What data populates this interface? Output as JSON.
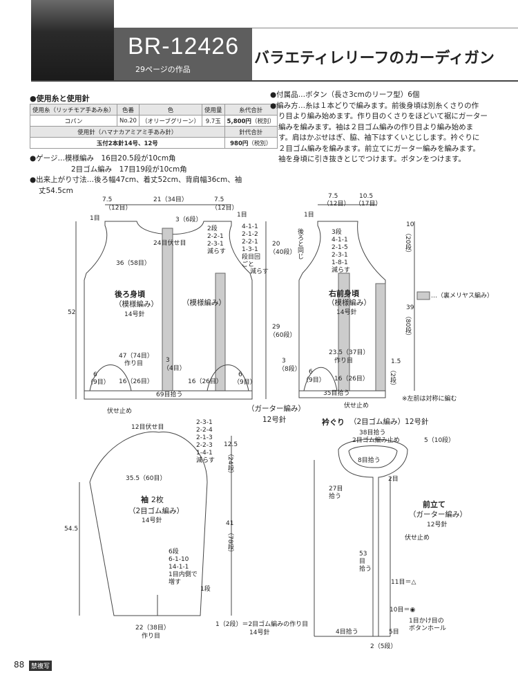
{
  "header": {
    "code": "BR-12426",
    "page_ref": "29ページの作品",
    "title": "バラエティレリーフのカーディガン"
  },
  "yarn": {
    "heading": "●使用糸と使用針",
    "cols": [
      "使用糸（リッチモア手あみ糸）",
      "色番",
      "色",
      "使用量",
      "糸代合計"
    ],
    "row": [
      "コパン",
      "No.20",
      "（オリーブグリーン）",
      "9.7玉",
      "5,800円"
    ],
    "row_tax": "（税別）",
    "needle_label": "使用針（ハマナカアミアミ手あみ針）",
    "needle_cost_label": "針代合計",
    "needle_row": "玉付2本針14号、12号",
    "needle_cost": "980円",
    "needle_tax": "（税別）"
  },
  "gauge": {
    "heading": "●ゲージ…模様編み　16目20.5段が10cm角",
    "line2": "2目ゴム編み　17目19段が10cm角",
    "size_heading": "●出来上がり寸法…後ろ幅47cm、着丈52cm、背肩幅36cm、袖",
    "size_line2": "丈54.5cm"
  },
  "accessories": {
    "line1": "●付属品…ボタン（長さ3cmのリーフ型）6個",
    "method": [
      "●編み方…糸は１本どりで編みます。前後身頃は別糸くさりの作",
      "り目より編み始めます。作り目のくさりをほどいて裾にガーター",
      "編みを編みます。袖は２目ゴム編みの作り目より編み始めま",
      "す。肩はかぶせはぎ、脇、袖下はすくいとじします。衿ぐりに",
      "２目ゴム編みを編みます。前立てにガーター編みを編みます。",
      "袖を身頃に引き抜きとじでつけます。ボタンをつけます。"
    ]
  },
  "back": {
    "w_left": "7.5",
    "w_left_st": "（12目）",
    "w_mid": "21（34目）",
    "w_right": "7.5",
    "w_right_st": "（12目）",
    "one_l": "1目",
    "one_r": "1目",
    "neck": "3（6段）",
    "bind": "24目伏せ目",
    "shoulder": "2段\n2-2-1\n2-3-1\n減らす",
    "shoulder2": "4-1-1\n2-1-2\n2-2-1\n1-3-1\n段目回\nごと",
    "reduce": "減らす",
    "armhole_h": "20",
    "armhole_rows": "（40段）",
    "chest": "36（58目）",
    "height": "52",
    "title": "後ろ身頃",
    "pattern": "（模様編み）",
    "needle": "14号針",
    "center": "（模様編み）",
    "body_h": "29",
    "body_rows": "（60段）",
    "hem_label": "47（74目）",
    "hem_sub": "作り目",
    "rib_w": "3",
    "rib_st": "（4目）",
    "side_l": "6",
    "side_l_st": "（9目）",
    "side_r": "6",
    "side_r_st": "（9目）",
    "bot_l": "16（26目）",
    "bot_r": "16（26目）",
    "hem_h": "3",
    "hem_rows": "（8段）",
    "pickup": "69目拾う",
    "bindoff": "伏せ止め",
    "garter": "（ガーター編み）",
    "garter_needle": "12号針"
  },
  "front": {
    "w_left": "7.5",
    "w_left_st": "（12目）",
    "w_right": "10.5",
    "w_right_st": "（17目）",
    "one": "1目",
    "same": "後ろと同じ",
    "dec": "3段\n4-1-1\n2-1-5\n2-3-1\n1-8-1\n減らす",
    "top_h": "10",
    "top_rows": "（20段）",
    "total_h": "39",
    "total_rows": "（80段）",
    "title": "右前身頃",
    "pattern": "（模様編み）",
    "needle": "14号針",
    "hem_label": "23.5（37目）",
    "hem_sub": "作り目",
    "side": "6",
    "side_st": "（9目）",
    "bot": "16（26目）",
    "hem_h": "1.5",
    "hem_rows": "（2段）",
    "pickup": "35目拾う",
    "bindoff": "伏せ止め",
    "mirror": "※左前は対称に編む",
    "legend": "…（裏メリヤス編み）"
  },
  "sleeve": {
    "bind": "12目伏せ目",
    "dec": "2-3-1\n2-2-4\n2-1-3\n2-2-3\n1-4-1\n減らす",
    "cap_h": "12.5",
    "cap_rows": "（24段）",
    "width": "35.5（60目）",
    "title": "袖",
    "count": "2枚",
    "pattern": "（2目ゴム編み）",
    "needle": "14号針",
    "length": "54.5",
    "arm_h": "41",
    "arm_rows": "（78段）",
    "inc": "6段\n6-1-10\n14-1-1\n1目内側で\n増す",
    "one": "1段",
    "base": "22（38目）",
    "base_sub": "作り目",
    "rib_note": "1（2段）＝2目ゴム編みの作り目",
    "rib_needle": "14号針"
  },
  "collar": {
    "title": "衿ぐり",
    "sub": "（2目ゴム編み）12号針",
    "pick": "38目拾う",
    "stop": "2目ゴム編み止め",
    "rows": "5（10段）",
    "pick8": "8目拾う",
    "two": "2目",
    "pick27": "27目\n拾う",
    "placket": "前立て",
    "placket_sub": "（ガーター編み）",
    "placket_needle": "12号針",
    "bindoff": "伏せ止め",
    "pick53": "53\n目\n拾う",
    "eleven": "11目＝△",
    "ten": "10目＝◉",
    "hole": "1目かけ目の\nボタンホール",
    "pick4": "4目拾う",
    "five": "5目",
    "bottom": "2（5段）"
  },
  "page": {
    "number": "88",
    "badge": "禁複写"
  }
}
